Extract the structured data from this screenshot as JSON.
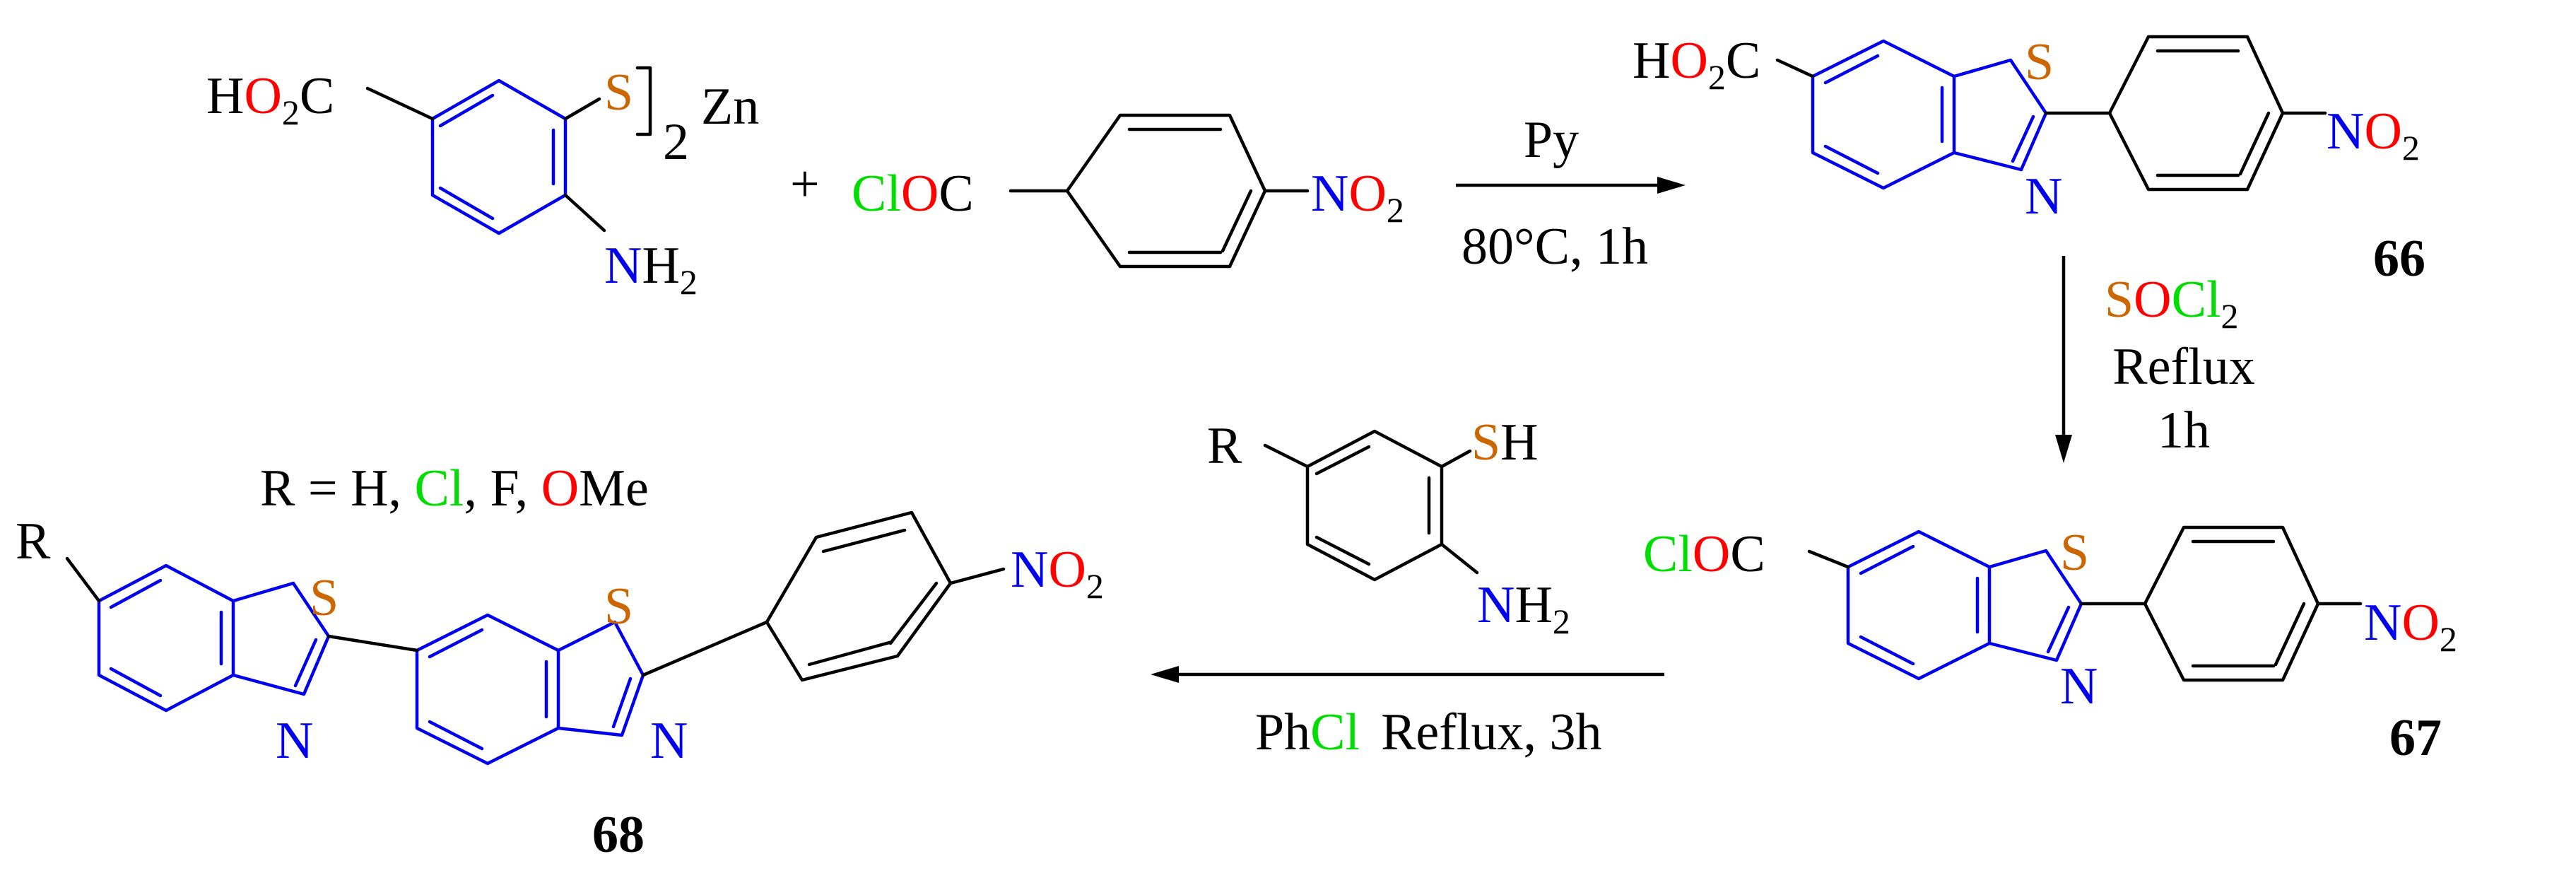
{
  "colors": {
    "nitrogen": "#0000ee",
    "oxygen": "#ff0000",
    "sulfur": "#cc6600",
    "chlorine": "#00dd00",
    "carbon_text": "#000000",
    "benzothiazole_ring": "#0000ee",
    "phenyl_ring": "#000000"
  },
  "atoms": {
    "H": "H",
    "O": "O",
    "C": "C",
    "S": "S",
    "N": "N",
    "Cl": "Cl",
    "Zn": "Zn",
    "R": "R",
    "sub2": "2",
    "Me": "Me",
    "Ph": "Ph"
  },
  "reagents": {
    "step1_top": "Py",
    "step1_bottom": "80°C, 1h",
    "step2_top_s": "S",
    "step2_top_o": "O",
    "step2_top_cl": "Cl",
    "step2_mid": "Reflux",
    "step2_bottom": "1h",
    "step3_reflux": "Reflux, 3h"
  },
  "compounds": {
    "plus": "+",
    "c66": "66",
    "c67": "67",
    "c68": "68",
    "r_def_prefix": "R = H, ",
    "r_def_cl": "Cl",
    "r_def_f": ", F, ",
    "r_def_o": "O",
    "r_def_me": "Me"
  }
}
